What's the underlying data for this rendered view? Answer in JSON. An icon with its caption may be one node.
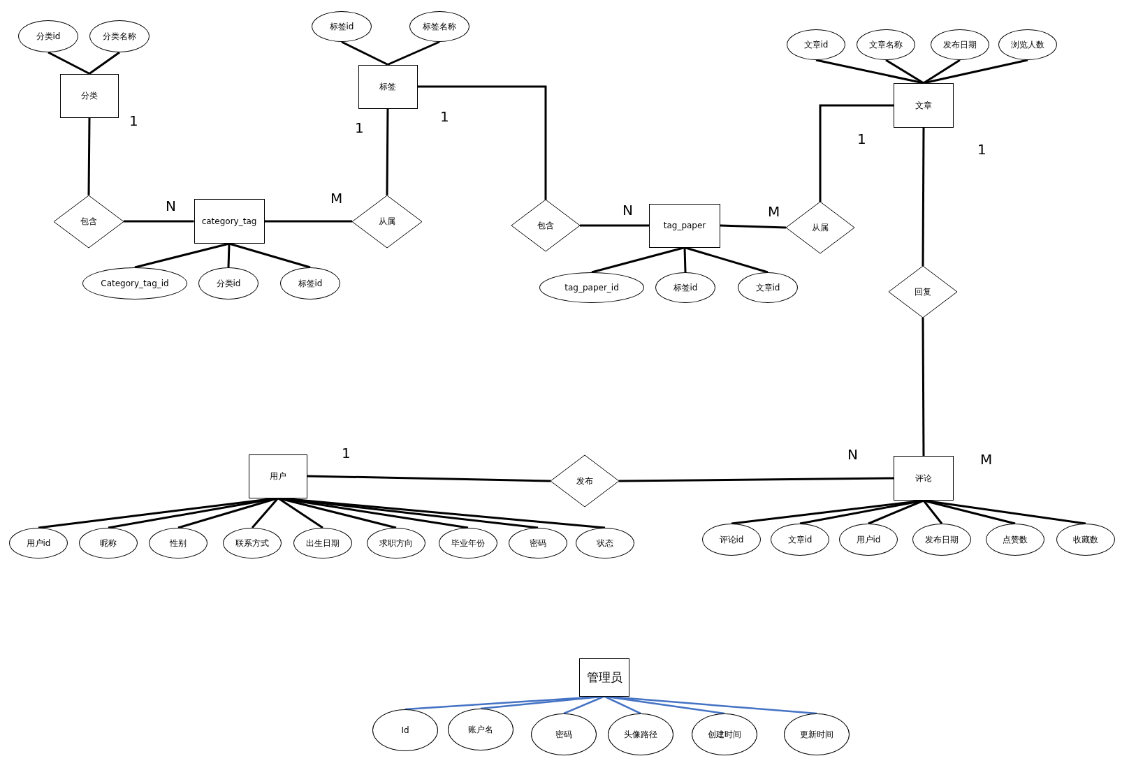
{
  "diagram": {
    "nodes": [
      {
        "text": [
          "分类"
        ]
      },
      {
        "text": [
          "分类id"
        ]
      },
      {
        "text": [
          "分类名称"
        ]
      },
      {
        "text": [
          "标签"
        ]
      },
      {
        "text": [
          "标签id"
        ]
      },
      {
        "text": [
          "标签名称"
        ]
      },
      {
        "text": [
          "包含"
        ]
      },
      {
        "text": [
          "category_tag"
        ]
      },
      {
        "text": [
          "从属"
        ]
      },
      {
        "text": [
          "Category_tag_id"
        ]
      },
      {
        "text": [
          "分类id"
        ]
      },
      {
        "text": [
          "标签id"
        ]
      },
      {
        "text": [
          "包含"
        ]
      },
      {
        "text": [
          "tag_paper"
        ]
      },
      {
        "text": [
          "从属"
        ]
      },
      {
        "text": [
          "tag_paper_id"
        ]
      },
      {
        "text": [
          "标签id"
        ]
      },
      {
        "text": [
          "文章id"
        ]
      },
      {
        "text": [
          "文章"
        ]
      },
      {
        "text": [
          "文章id"
        ]
      },
      {
        "text": [
          "文章名称"
        ]
      },
      {
        "text": [
          "发布日期"
        ]
      },
      {
        "text": [
          "浏览人数"
        ]
      },
      {
        "text": [
          "回复"
        ]
      },
      {
        "text": [
          "用户"
        ]
      },
      {
        "text": [
          "发布"
        ]
      },
      {
        "text": [
          "评论"
        ]
      },
      {
        "text": [
          "用户id"
        ]
      },
      {
        "text": [
          "昵称"
        ]
      },
      {
        "text": [
          "性别"
        ]
      },
      {
        "text": [
          "联系方式"
        ]
      },
      {
        "text": [
          "出生日期"
        ]
      },
      {
        "text": [
          "求职方向"
        ]
      },
      {
        "text": [
          "毕业年份"
        ]
      },
      {
        "text": [
          "密码"
        ]
      },
      {
        "text": [
          "状态"
        ]
      },
      {
        "text": [
          "评论id"
        ]
      },
      {
        "text": [
          "文章id"
        ]
      },
      {
        "text": [
          "用户id"
        ]
      },
      {
        "text": [
          "发布日期"
        ]
      },
      {
        "text": [
          "点赞数"
        ]
      },
      {
        "text": [
          "收藏数"
        ]
      },
      {
        "text": [
          "管理员"
        ]
      },
      {
        "text": [
          "Id"
        ]
      },
      {
        "text": [
          "账户名"
        ]
      },
      {
        "text": [
          "密码"
        ]
      },
      {
        "text": [
          "头像路径"
        ]
      },
      {
        "text": [
          "创建时间"
        ]
      },
      {
        "text": [
          "更新时间"
        ]
      }
    ],
    "edges": [
      {
        "from": 0,
        "to": 1,
        "arrow": "none"
      },
      {
        "from": 0,
        "to": 2,
        "arrow": "none"
      },
      {
        "from": 3,
        "to": 4,
        "arrow": "none"
      },
      {
        "from": 3,
        "to": 5,
        "arrow": "none"
      },
      {
        "from": 0,
        "to": 6,
        "arrow": "none"
      },
      {
        "from": 6,
        "to": 7,
        "arrow": "none"
      },
      {
        "from": 7,
        "to": 8,
        "arrow": "none"
      },
      {
        "from": 8,
        "to": 3,
        "arrow": "none"
      },
      {
        "from": 7,
        "to": 9,
        "arrow": "none"
      },
      {
        "from": 7,
        "to": 10,
        "arrow": "none"
      },
      {
        "from": 7,
        "to": 11,
        "arrow": "none"
      },
      {
        "from": 3,
        "to": 12,
        "arrow": "none"
      },
      {
        "from": 12,
        "to": 13,
        "arrow": "none"
      },
      {
        "from": 13,
        "to": 14,
        "arrow": "none"
      },
      {
        "from": 14,
        "to": 18,
        "arrow": "none"
      },
      {
        "from": 13,
        "to": 15,
        "arrow": "none"
      },
      {
        "from": 13,
        "to": 16,
        "arrow": "none"
      },
      {
        "from": 13,
        "to": 17,
        "arrow": "none"
      },
      {
        "from": 18,
        "to": 19,
        "arrow": "none"
      },
      {
        "from": 18,
        "to": 20,
        "arrow": "none"
      },
      {
        "from": 18,
        "to": 21,
        "arrow": "none"
      },
      {
        "from": 18,
        "to": 22,
        "arrow": "none"
      },
      {
        "from": 18,
        "to": 23,
        "arrow": "none"
      },
      {
        "from": 23,
        "to": 26,
        "arrow": "none"
      },
      {
        "from": 24,
        "to": 25,
        "arrow": "none"
      },
      {
        "from": 25,
        "to": 26,
        "arrow": "none"
      },
      {
        "from": 24,
        "to": 27,
        "arrow": "none"
      },
      {
        "from": 24,
        "to": 28,
        "arrow": "none"
      },
      {
        "from": 24,
        "to": 29,
        "arrow": "none"
      },
      {
        "from": 24,
        "to": 30,
        "arrow": "none"
      },
      {
        "from": 24,
        "to": 31,
        "arrow": "none"
      },
      {
        "from": 24,
        "to": 32,
        "arrow": "none"
      },
      {
        "from": 24,
        "to": 33,
        "arrow": "none"
      },
      {
        "from": 24,
        "to": 34,
        "arrow": "none"
      },
      {
        "from": 24,
        "to": 35,
        "arrow": "none"
      },
      {
        "from": 26,
        "to": 36,
        "arrow": "none"
      },
      {
        "from": 26,
        "to": 37,
        "arrow": "none"
      },
      {
        "from": 26,
        "to": 38,
        "arrow": "none"
      },
      {
        "from": 26,
        "to": 39,
        "arrow": "none"
      },
      {
        "from": 26,
        "to": 40,
        "arrow": "none"
      },
      {
        "from": 26,
        "to": 41,
        "arrow": "none"
      },
      {
        "from": 42,
        "to": 43,
        "arrow": "none",
        "color": "#4472c4"
      },
      {
        "from": 42,
        "to": 44,
        "arrow": "none",
        "color": "#4472c4"
      },
      {
        "from": 42,
        "to": 45,
        "arrow": "none",
        "color": "#4472c4"
      },
      {
        "from": 42,
        "to": 46,
        "arrow": "none",
        "color": "#4472c4"
      },
      {
        "from": 42,
        "to": 47,
        "arrow": "none",
        "color": "#4472c4"
      },
      {
        "from": 42,
        "to": 48,
        "arrow": "none",
        "color": "#4472c4"
      }
    ],
    "labels": [
      "1",
      "1",
      "1",
      "1",
      "1",
      "M",
      "N",
      "N",
      "M",
      "1",
      "N",
      "M"
    ]
  }
}
